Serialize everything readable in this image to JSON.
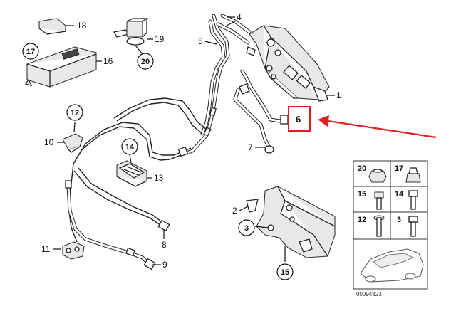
{
  "diagram": {
    "callouts": [
      {
        "number": "1",
        "circled": false
      },
      {
        "number": "2",
        "circled": false
      },
      {
        "number": "3",
        "circled": true
      },
      {
        "number": "4",
        "circled": false
      },
      {
        "number": "5",
        "circled": false
      },
      {
        "number": "6",
        "circled": false,
        "highlighted": true
      },
      {
        "number": "7",
        "circled": false
      },
      {
        "number": "8",
        "circled": false
      },
      {
        "number": "9",
        "circled": false
      },
      {
        "number": "10",
        "circled": false
      },
      {
        "number": "11",
        "circled": false
      },
      {
        "number": "12",
        "circled": true
      },
      {
        "number": "13",
        "circled": false
      },
      {
        "number": "14",
        "circled": true
      },
      {
        "number": "15",
        "circled": true
      },
      {
        "number": "16",
        "circled": false
      },
      {
        "number": "17",
        "circled": true
      },
      {
        "number": "18",
        "circled": false
      },
      {
        "number": "19",
        "circled": false
      },
      {
        "number": "20",
        "circled": true
      }
    ],
    "legend_grid": {
      "cells": [
        "20",
        "17",
        "15",
        "14",
        "12",
        "3"
      ]
    },
    "catalog_number": "00094823",
    "highlight_color": "#e02020",
    "arrow_color": "#e02020"
  }
}
